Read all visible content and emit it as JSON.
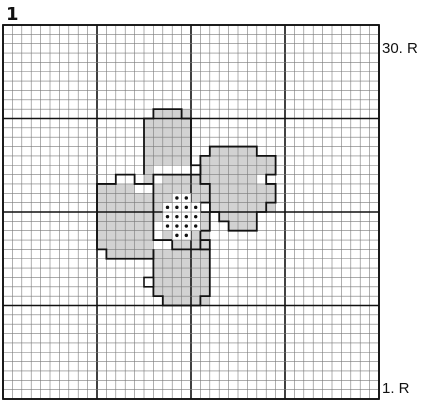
{
  "figure": {
    "number": "1"
  },
  "row_labels": {
    "top": "30. R",
    "bottom": "1. R"
  },
  "chart_data": {
    "type": "heatmap",
    "grid": {
      "columns": 40,
      "rows": 40,
      "major_every": 10
    },
    "legend": {
      "shaded": "#d2d2d2",
      "dotted_center": "dot"
    },
    "shape_outline_cells": [
      [
        15,
        14
      ],
      [
        20,
        14
      ],
      [
        20,
        10
      ],
      [
        22,
        10
      ],
      [
        22,
        11
      ],
      [
        24,
        11
      ],
      [
        24,
        15
      ],
      [
        22,
        15
      ],
      [
        22,
        19
      ],
      [
        20,
        19
      ],
      [
        20,
        20
      ],
      [
        19,
        20
      ],
      [
        19,
        17
      ],
      [
        16,
        17
      ],
      [
        16,
        15
      ],
      [
        15,
        15
      ],
      [
        23,
        15
      ],
      [
        23,
        14
      ],
      [
        25,
        14
      ],
      [
        25,
        13
      ],
      [
        28,
        13
      ],
      [
        28,
        14
      ],
      [
        29,
        14
      ],
      [
        29,
        16
      ],
      [
        27,
        16
      ],
      [
        27,
        17
      ],
      [
        29,
        17
      ],
      [
        29,
        20
      ],
      [
        27,
        20
      ],
      [
        27,
        21
      ],
      [
        25,
        21
      ],
      [
        25,
        20
      ],
      [
        24,
        20
      ],
      [
        24,
        19
      ],
      [
        23,
        19
      ],
      [
        23,
        18
      ]
    ],
    "dotted_cells": [
      [
        18,
        16
      ],
      [
        19,
        16
      ],
      [
        17,
        17
      ],
      [
        18,
        17
      ],
      [
        19,
        17
      ],
      [
        20,
        17
      ],
      [
        17,
        18
      ],
      [
        18,
        18
      ],
      [
        19,
        18
      ],
      [
        20,
        18
      ],
      [
        17,
        19
      ],
      [
        18,
        19
      ],
      [
        19,
        19
      ],
      [
        20,
        19
      ],
      [
        18,
        20
      ],
      [
        19,
        20
      ]
    ]
  }
}
